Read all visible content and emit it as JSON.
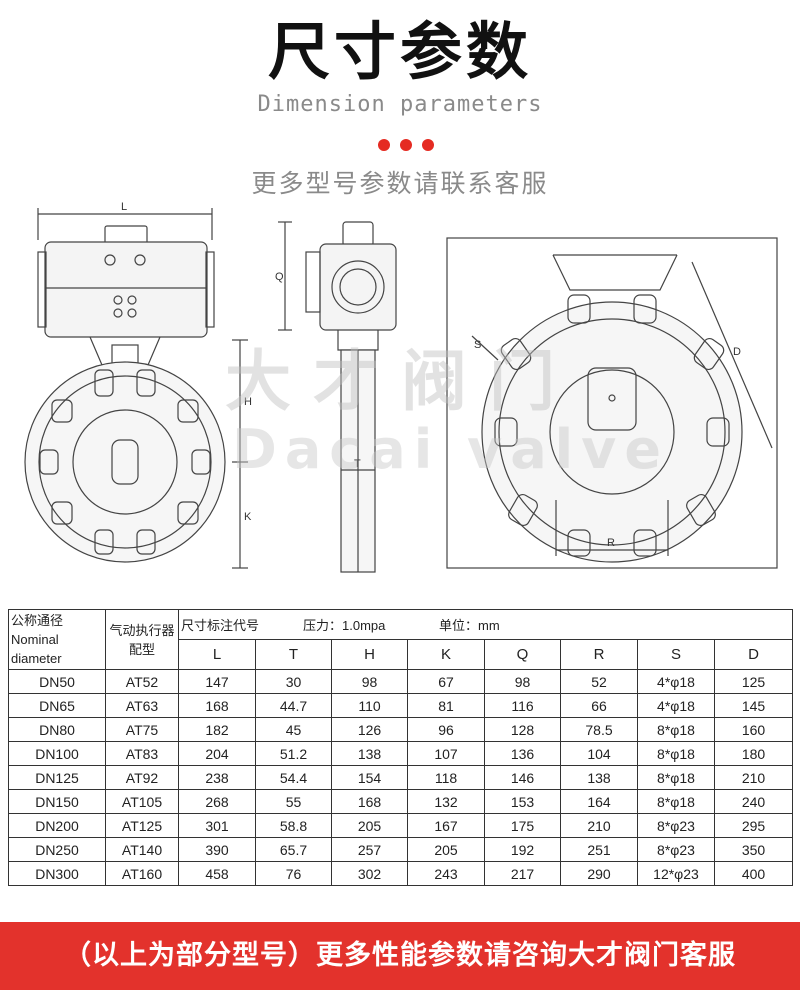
{
  "header": {
    "title": "尺寸参数",
    "subtitle": "Dimension parameters",
    "tagline": "更多型号参数请联系客服",
    "dot_color": "#e52b22"
  },
  "drawing": {
    "labels": {
      "L": "L",
      "H": "H",
      "K": "K",
      "Q": "Q",
      "T": "T",
      "S": "S",
      "D": "D",
      "R": "R"
    },
    "watermark_cn": "大才阀门",
    "watermark_en": "Dacai valve"
  },
  "table": {
    "head_col1": "公称通径Nominal diameter",
    "head_col2": "气动执行器配型",
    "head_info": {
      "code": "尺寸标注代号",
      "pressure": "压力：1.0mpa",
      "unit": "单位：mm"
    },
    "columns": [
      "L",
      "T",
      "H",
      "K",
      "Q",
      "R",
      "S",
      "D"
    ],
    "rows": [
      {
        "dn": "DN50",
        "at": "AT52",
        "v": [
          "147",
          "30",
          "98",
          "67",
          "98",
          "52",
          "4*φ18",
          "125"
        ]
      },
      {
        "dn": "DN65",
        "at": "AT63",
        "v": [
          "168",
          "44.7",
          "110",
          "81",
          "116",
          "66",
          "4*φ18",
          "145"
        ]
      },
      {
        "dn": "DN80",
        "at": "AT75",
        "v": [
          "182",
          "45",
          "126",
          "96",
          "128",
          "78.5",
          "8*φ18",
          "160"
        ]
      },
      {
        "dn": "DN100",
        "at": "AT83",
        "v": [
          "204",
          "51.2",
          "138",
          "107",
          "136",
          "104",
          "8*φ18",
          "180"
        ]
      },
      {
        "dn": "DN125",
        "at": "AT92",
        "v": [
          "238",
          "54.4",
          "154",
          "118",
          "146",
          "138",
          "8*φ18",
          "210"
        ]
      },
      {
        "dn": "DN150",
        "at": "AT105",
        "v": [
          "268",
          "55",
          "168",
          "132",
          "153",
          "164",
          "8*φ18",
          "240"
        ]
      },
      {
        "dn": "DN200",
        "at": "AT125",
        "v": [
          "301",
          "58.8",
          "205",
          "167",
          "175",
          "210",
          "8*φ23",
          "295"
        ]
      },
      {
        "dn": "DN250",
        "at": "AT140",
        "v": [
          "390",
          "65.7",
          "257",
          "205",
          "192",
          "251",
          "8*φ23",
          "350"
        ]
      },
      {
        "dn": "DN300",
        "at": "AT160",
        "v": [
          "458",
          "76",
          "302",
          "243",
          "217",
          "290",
          "12*φ23",
          "400"
        ]
      }
    ]
  },
  "footer": {
    "banner_text": "（以上为部分型号）更多性能参数请咨询大才阀门客服",
    "banner_color": "#e3322c"
  }
}
